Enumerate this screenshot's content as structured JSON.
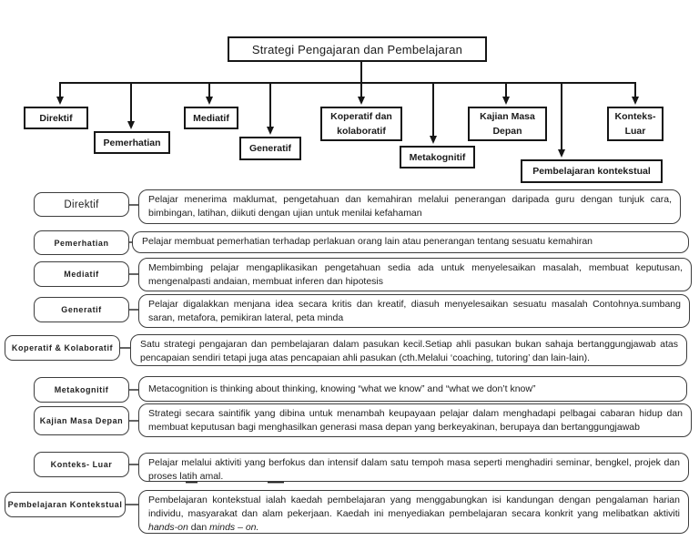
{
  "colors": {
    "line": "#161616",
    "row_border": "#3d3d3d",
    "text": "#1a1a1a"
  },
  "tree": {
    "title": "Strategi Pengajaran dan Pembelajaran",
    "nodes": {
      "direktif": "Direktif",
      "pemerhatian": "Pemerhatian",
      "mediatif": "Mediatif",
      "generatif": "Generatif",
      "koperatif_line1": "Koperatif dan",
      "koperatif_line2": "kolaboratif",
      "metakognitif": "Metakognitif",
      "kajian_line1": "Kajian Masa",
      "kajian_line2": "Depan",
      "kontekstual": "Pembelajaran kontekstual",
      "konteks_line1": "Konteks-",
      "konteks_line2": "Luar"
    }
  },
  "rows": [
    {
      "label": "Direktif",
      "text": "Pelajar menerima maklumat, pengetahuan dan kemahiran melalui penerangan daripada guru dengan tunjuk cara, bimbingan, latihan, diikuti dengan ujian untuk menilai kefahaman"
    },
    {
      "label": "Pemerhatian",
      "text": "Pelajar membuat pemerhatian terhadap perlakuan orang lain atau penerangan tentang sesuatu kemahiran"
    },
    {
      "label": "Mediatif",
      "text": "Membimbing pelajar mengaplikasikan pengetahuan sedia ada untuk menyelesaikan masalah, membuat keputusan, mengenalpasti andaian, membuat inferen dan hipotesis"
    },
    {
      "label": "Generatif",
      "text": "Pelajar digalakkan menjana idea secara kritis dan kreatif, diasuh menyelesaikan sesuatu masalah Contohnya.sumbang saran, metafora, pemikiran lateral, peta minda"
    },
    {
      "label": "Koperatif & Kolaboratif",
      "text": "Satu strategi pengajaran dan pembelajaran dalam pasukan kecil.Setiap ahli pasukan bukan sahaja bertanggungjawab atas pencapaian sendiri tetapi juga atas pencapaian ahli pasukan (cth.Melalui ‘coaching, tutoring’ dan lain-lain)."
    },
    {
      "label": "Metakognitif",
      "text": "Metacognition is thinking about thinking, knowing “what we know” and “what we don’t know”"
    },
    {
      "label": "Kajian Masa Depan",
      "text": "Strategi secara saintifik yang dibina untuk menambah keupayaan pelajar dalam menghadapi pelbagai cabaran hidup dan membuat keputusan bagi menghasilkan generasi masa depan yang berkeyakinan, berupaya dan bertanggungjawab"
    },
    {
      "label": "Konteks- Luar",
      "text": "Pelajar melalui aktiviti yang berfokus dan intensif dalam satu tempoh masa seperti menghadiri seminar, bengkel, projek dan proses latih amal."
    },
    {
      "label": "Pembelajaran Kontekstual",
      "text": "Pembelajaran kontekstual ialah kaedah pembelajaran yang menggabungkan isi kandungan dengan pengalaman harian individu, masyarakat dan alam pekerjaan. Kaedah ini menyediakan pembelajaran secara konkrit yang melibatkan aktiviti",
      "italic_1": "hands-on",
      "separator": " dan ",
      "italic_2": "minds – on."
    }
  ]
}
